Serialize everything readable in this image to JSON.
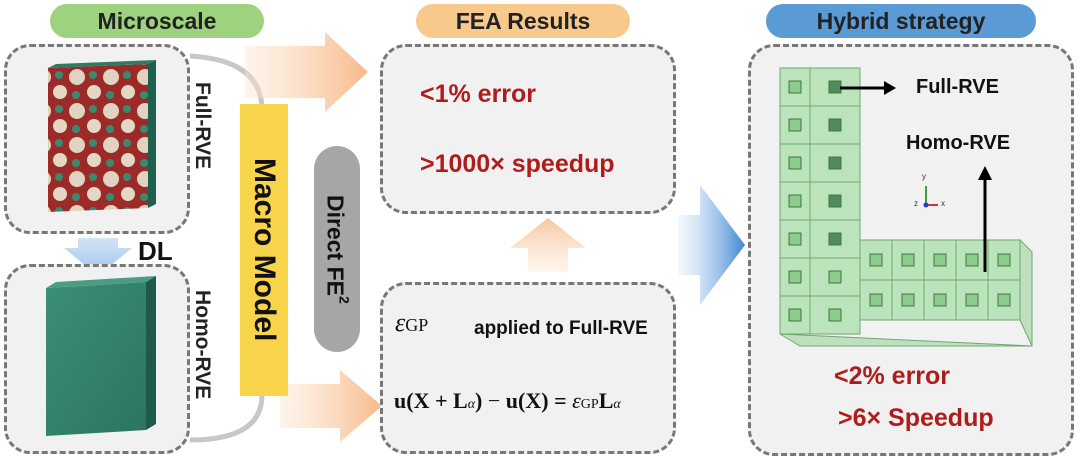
{
  "microscale": {
    "title": "Microscale",
    "full_rve_label": "Full-RVE",
    "homo_rve_label": "Homo-RVE",
    "dl_label": "DL"
  },
  "macro": {
    "label": "Macro Model",
    "direct_fe_prefix": "Direct FE",
    "direct_fe_sup": "2"
  },
  "fea": {
    "title": "FEA Results",
    "error_text": "<1% error",
    "speedup_text": ">1000× speedup"
  },
  "bc": {
    "eps_symbol": "ε",
    "eps_sub": "GP",
    "applied_text": "applied to Full-RVE",
    "equation": {
      "u1": "u",
      "lhs_args": "(X + L",
      "alpha": "α",
      "close": ")",
      "minus": " − ",
      "u2": "u",
      "mid": "(X) = ",
      "eps": "ε",
      "gp": "GP",
      "L": "L",
      "alpha2": "α"
    }
  },
  "hybrid": {
    "title": "Hybrid strategy",
    "full_rve_label": "Full-RVE",
    "homo_rve_label": "Homo-RVE",
    "axis_y": "y",
    "axis_z": "z",
    "axis_x": "x",
    "error_text": "<2% error",
    "speedup_text": ">6× Speedup"
  },
  "colors": {
    "microscale_pill": "#9fd27f",
    "fea_pill": "#f8c98c",
    "hybrid_pill": "#5b9bd5",
    "macro_bar": "#f7d44a",
    "direct_pill": "#a6a6a6",
    "mesh_green": "#a9dfa9",
    "result_red": "#b01c1c"
  }
}
